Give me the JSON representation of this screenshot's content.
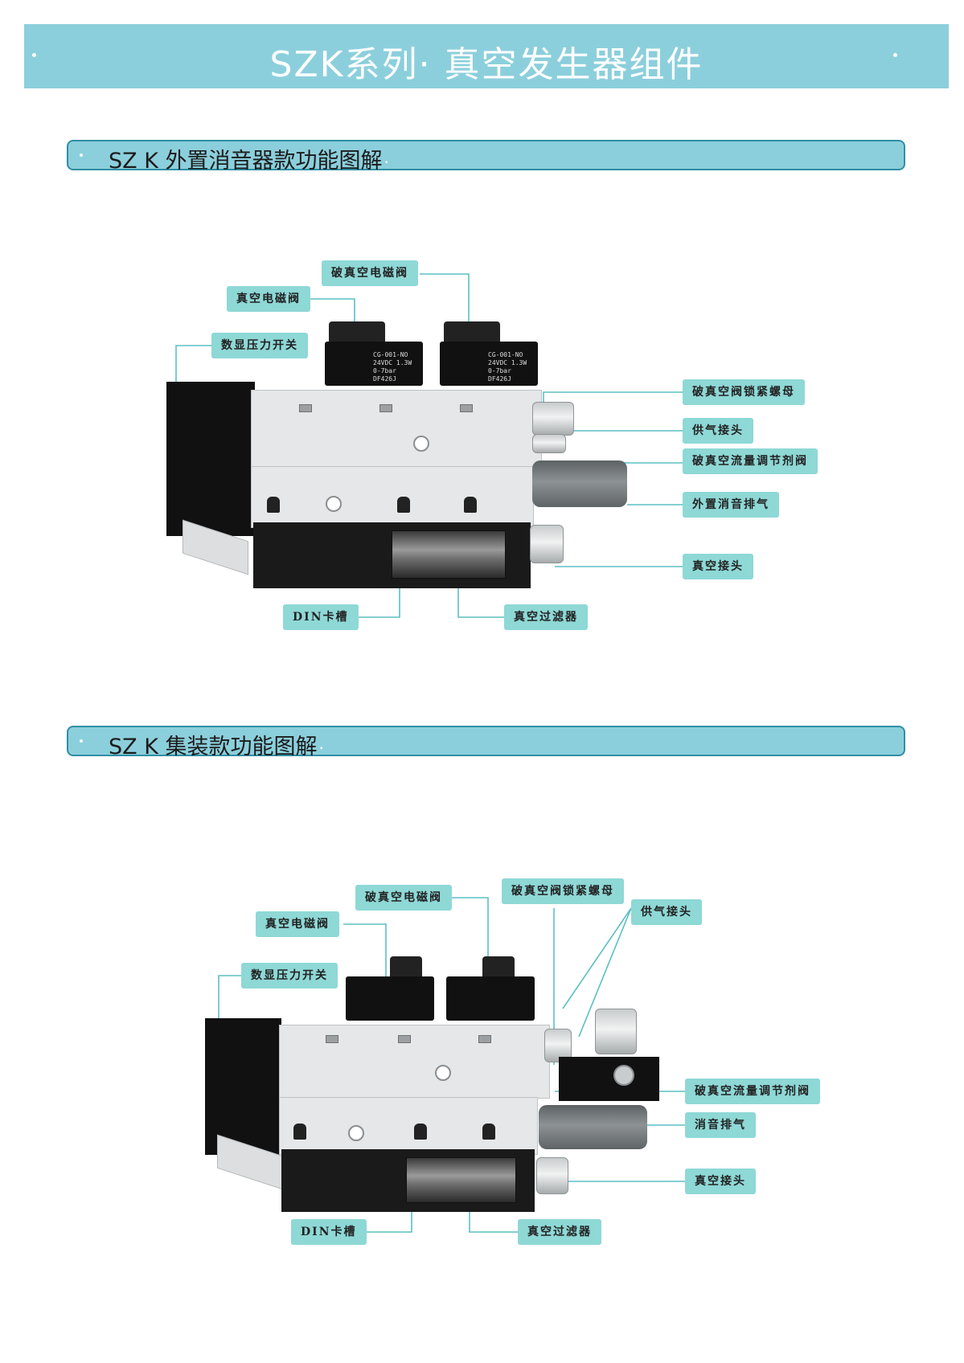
{
  "banner": {
    "title": "SZK系列·  真空发生器组件"
  },
  "sections": [
    {
      "title": "SZ K 外置消音器款功能图解",
      "callouts": {
        "break_vacuum_valve": "破真空电磁阀",
        "vacuum_valve": "真空电磁阀",
        "pressure_switch": "数显压力开关",
        "lock_nut": "破真空阀锁紧螺母",
        "supply_fitting": "供气接头",
        "flow_adjust": "破真空流量调节剂阀",
        "exhaust": "外置消音排气",
        "vacuum_port": "真空接头",
        "din_rail": "DIN卡槽",
        "vacuum_filter": "真空过滤器"
      },
      "coil_labels": [
        "CG-001-NO\n24VDC 1.3W\n0-7bar\nDF426J",
        "CG-001-NO\n24VDC 1.3W\n0-7bar\nDF426J"
      ]
    },
    {
      "title": "SZ K 集装款功能图解",
      "callouts": {
        "break_vacuum_valve": "破真空电磁阀",
        "lock_nut": "破真空阀锁紧螺母",
        "supply_fitting": "供气接头",
        "vacuum_valve": "真空电磁阀",
        "pressure_switch": "数显压力开关",
        "flow_adjust": "破真空流量调节剂阀",
        "exhaust": "消音排气",
        "vacuum_port": "真空接头",
        "din_rail": "DIN卡槽",
        "vacuum_filter": "真空过滤器"
      }
    }
  ],
  "colors": {
    "banner": "#8ccfdc",
    "section_border": "#2f8fa3",
    "callout": "#8ed8d6",
    "leader_line": "#5bbfc4"
  }
}
